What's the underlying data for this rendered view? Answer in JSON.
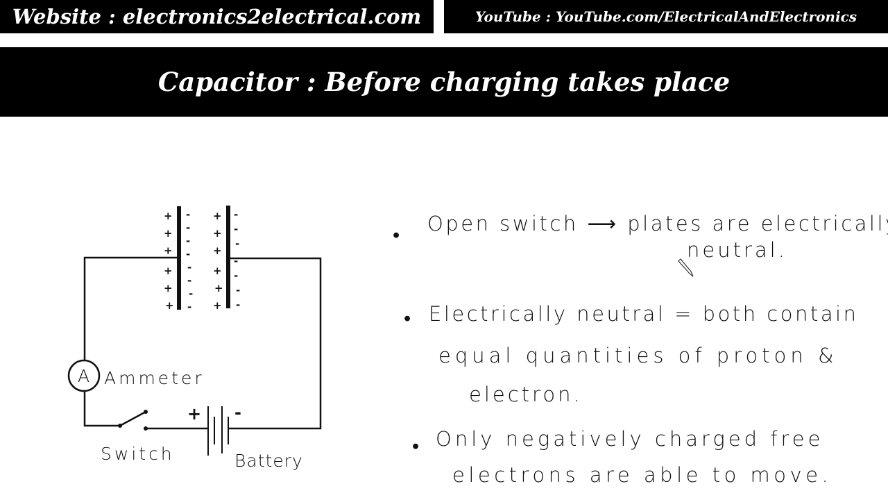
{
  "header": {
    "website": "Website : electronics2electrical.com",
    "youtube": "YouTube : YouTube.com/ElectricalAndElectronics",
    "title": "Capacitor : Before charging takes place"
  },
  "diagram": {
    "ammeter_symbol": "A",
    "ammeter_label": "Ammeter",
    "switch_label": "Switch",
    "battery_label": "Battery",
    "battery_plus": "+",
    "battery_minus": "-",
    "plus": "+",
    "minus": "-"
  },
  "notes": {
    "bullet": "•",
    "n1_line1": "Open switch ⟶ plates are electrically",
    "n1_line2": "neutral.",
    "n2_line1": "Electrically neutral = both contain",
    "n2_line2": "equal quantities of proton &",
    "n2_line3": "electron.",
    "n3_line1": "Only negatively charged free",
    "n3_line2": "electrons are able to move."
  }
}
